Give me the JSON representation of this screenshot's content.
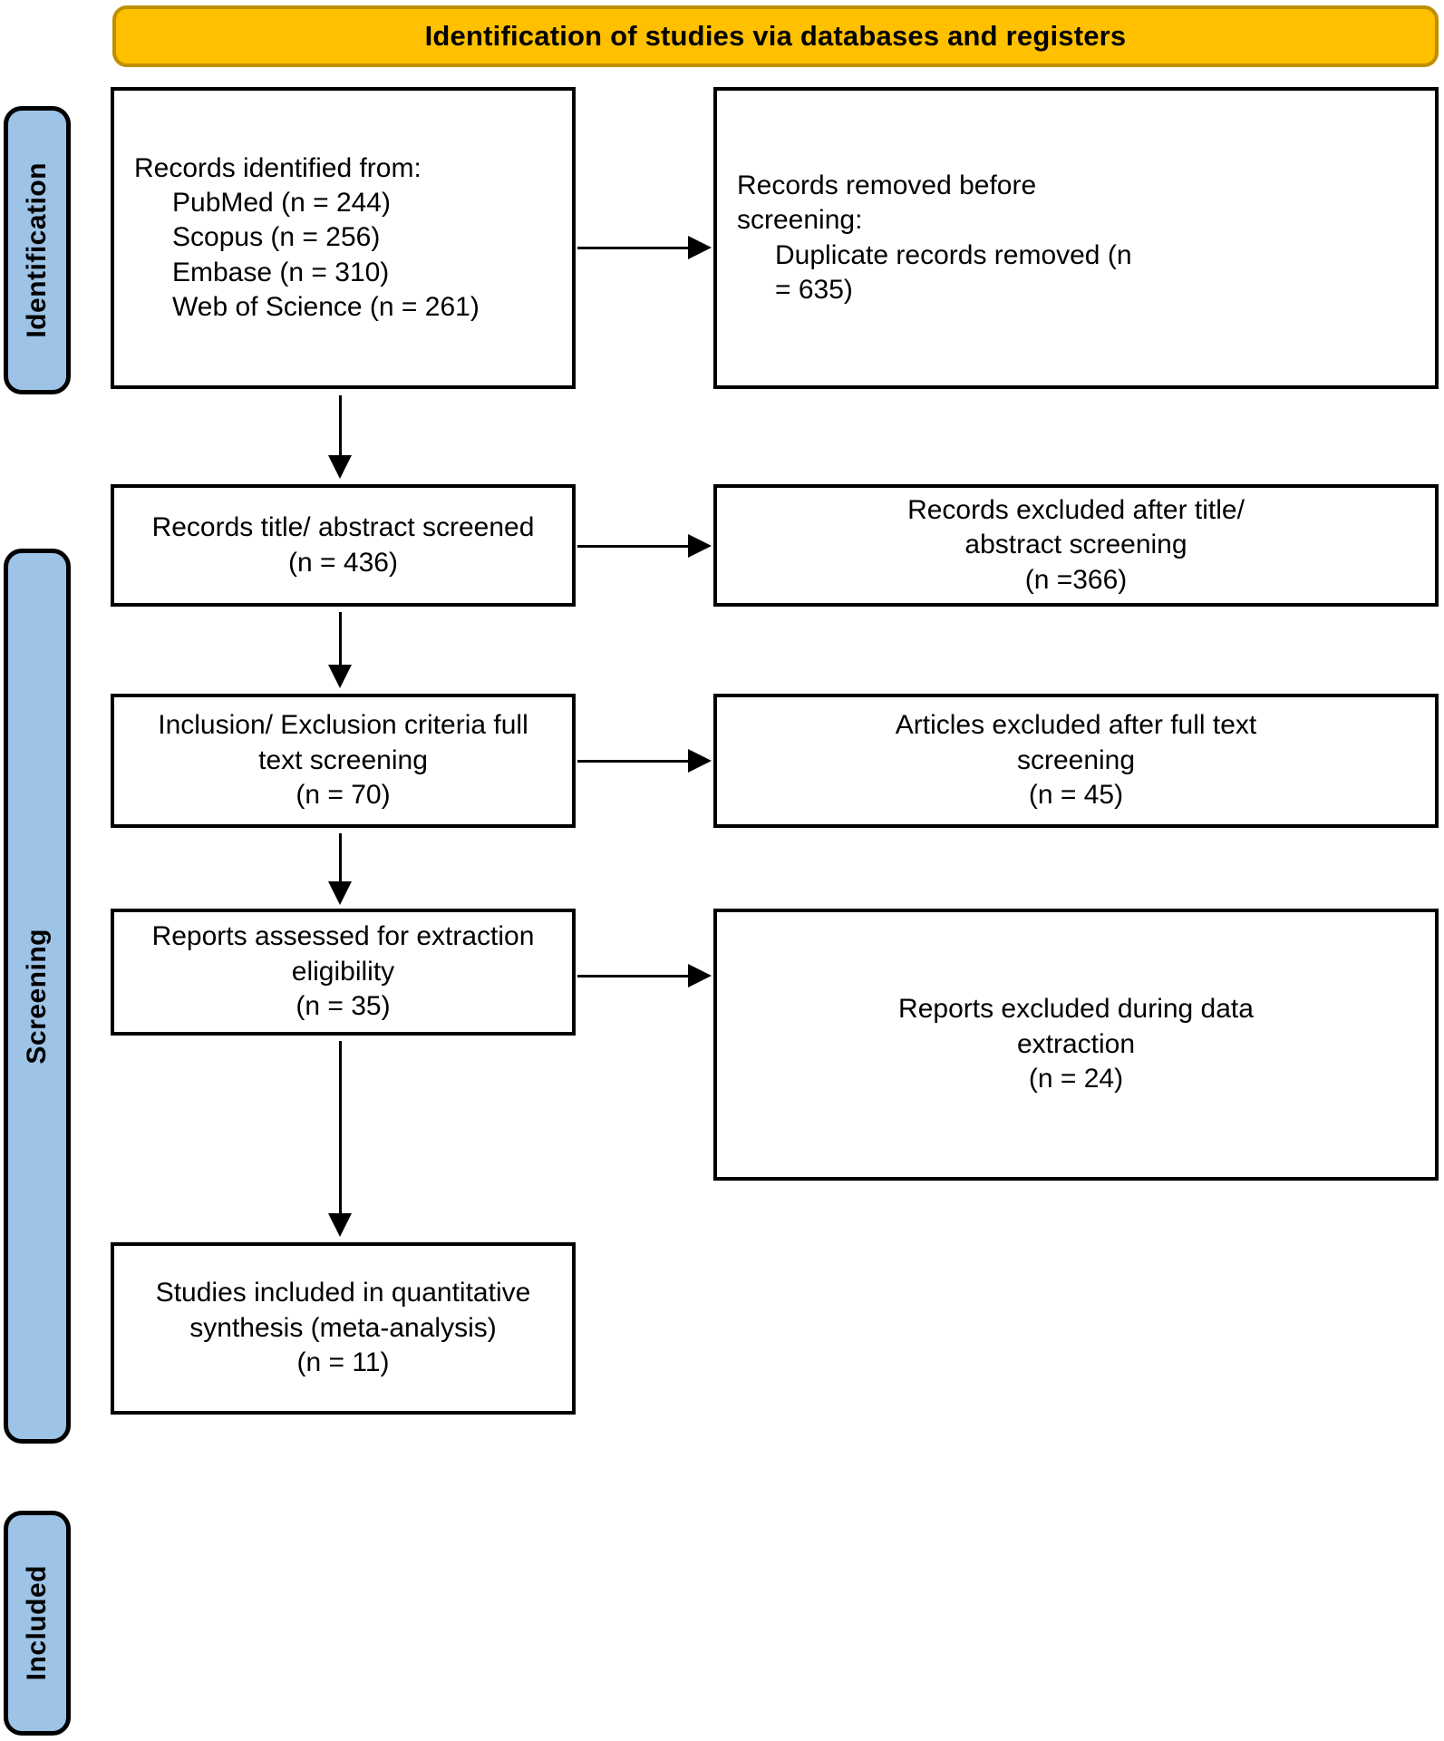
{
  "diagram": {
    "title": "Identification of studies via databases and registers",
    "type": "PRISMA flow diagram"
  },
  "banner": {
    "identification_label": "Identification of studies via databases and registers"
  },
  "stages": [
    {
      "key": "identification",
      "label": "Identification"
    },
    {
      "key": "screening",
      "label": "Screening"
    },
    {
      "key": "included",
      "label": "Included"
    }
  ],
  "boxes": {
    "records_identified": {
      "heading": "Records identified from:",
      "sources": [
        "PubMed (n = 244)",
        "Scopus (n = 256)",
        "Embase (n = 310)",
        "Web of Science (n = 261)"
      ]
    },
    "records_removed": {
      "line1": "Records removed before",
      "line2": "screening:",
      "line3": "Duplicate records removed (n",
      "line4": "= 635)"
    },
    "records_screened": {
      "line1": "Records title/ abstract screened",
      "line2": "(n = 436)"
    },
    "excluded_title_abstract": {
      "line1": "Records excluded after title/",
      "line2": "abstract screening",
      "line3": "(n =366)"
    },
    "inclusion_criteria": {
      "line1": "Inclusion/ Exclusion criteria full",
      "line2": "text screening",
      "line3": "(n = 70)"
    },
    "excluded_full_text": {
      "line1": "Articles excluded after full text",
      "line2": "screening",
      "line3": "(n = 45)"
    },
    "reports_assessed": {
      "line1": "Reports assessed for extraction",
      "line2": "eligibility",
      "line3": "(n = 35)"
    },
    "excluded_data_extraction": {
      "line1": "Reports excluded during data",
      "line2": "extraction",
      "line3": "(n = 24)"
    },
    "studies_included": {
      "line1": "Studies included in quantitative",
      "line2": "synthesis (meta-analysis)",
      "line3": "(n = 11)"
    }
  },
  "counts": {
    "pubmed": 244,
    "scopus": 256,
    "embase": 310,
    "web_of_science": 261,
    "duplicates_removed": 635,
    "title_abstract_screened": 436,
    "excluded_title_abstract": 366,
    "full_text_screened": 70,
    "excluded_full_text": 45,
    "reports_assessed": 35,
    "excluded_data_extraction": 24,
    "studies_included": 11
  },
  "colors": {
    "banner_fill": "#FFC000",
    "banner_border": "#BF8F00",
    "stage_fill": "#9DC3E6",
    "stage_border": "#000000",
    "box_border": "#000000",
    "box_fill": "#FFFFFF",
    "arrow": "#000000",
    "text": "#000000"
  }
}
